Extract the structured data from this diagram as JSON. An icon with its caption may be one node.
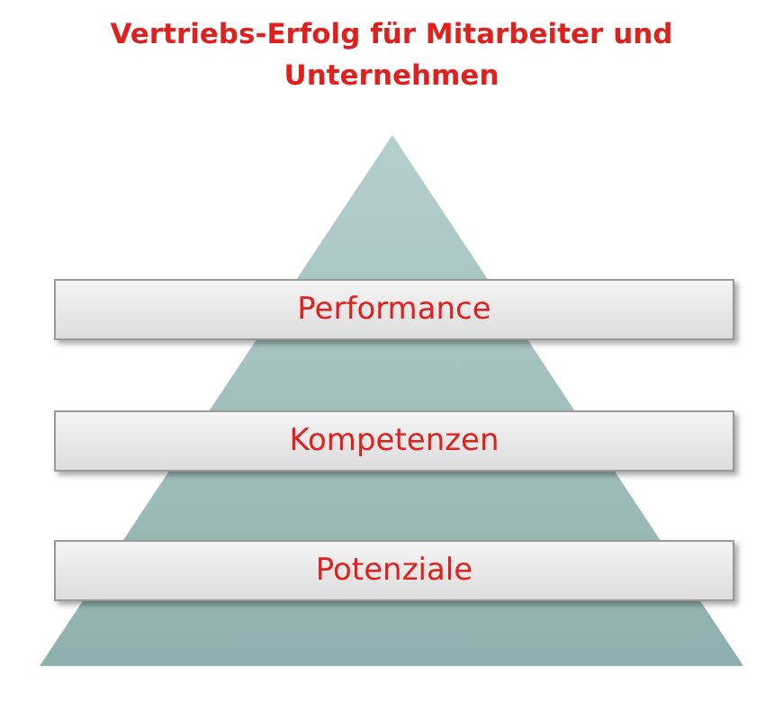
{
  "diagram": {
    "title": "Vertriebs-Erfolg für Mitarbeiter und Unternehmen",
    "nodes": [
      {
        "text": [
          "Performance"
        ]
      },
      {
        "text": [
          "Kompetenzen"
        ]
      },
      {
        "text": [
          "Potenziale"
        ]
      }
    ]
  }
}
